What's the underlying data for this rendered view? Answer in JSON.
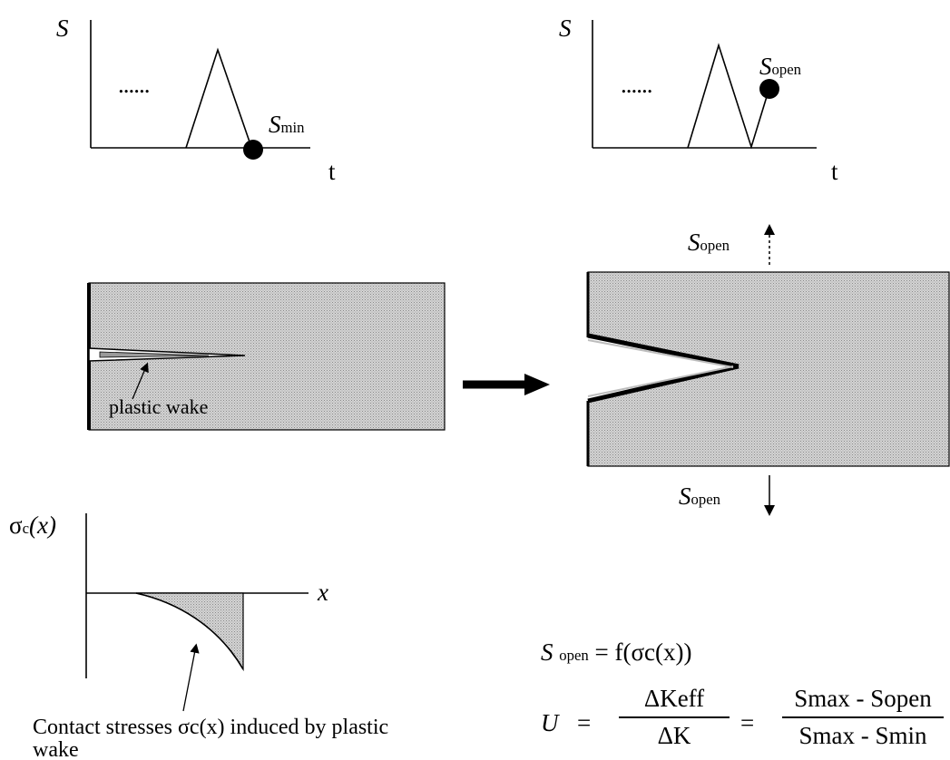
{
  "graph_top_left": {
    "y_label": "S",
    "x_label": "t",
    "dots": "......",
    "marker_label_main": "S",
    "marker_label_sub": "min"
  },
  "graph_top_right": {
    "y_label": "S",
    "x_label": "t",
    "dots": "......",
    "marker_label_main": "S",
    "marker_label_sub": "open"
  },
  "plate_left": {
    "wake_label": "plastic wake"
  },
  "plate_right": {
    "top_force_main": "S",
    "top_force_sub": "open",
    "bottom_force_main": "S",
    "bottom_force_sub": "open"
  },
  "stress_plot": {
    "y_label_main": "σ",
    "y_label_sub": "c",
    "y_label_arg": "(x)",
    "x_label": "x",
    "caption_line1": "Contact stresses σc(x) induced by plastic",
    "caption_line2": "wake"
  },
  "equations": {
    "eq1_lhs_main": "S",
    "eq1_lhs_sub": "open",
    "eq1_rhs": "= f(σc(x))",
    "eq2_lhs": "U",
    "eq2_equals1": "=",
    "eq2_equals2": "=",
    "frac1_num": "ΔKeff",
    "frac1_den": "ΔK",
    "frac2_num": "Smax - Sopen",
    "frac2_den": "Smax - Smin"
  }
}
